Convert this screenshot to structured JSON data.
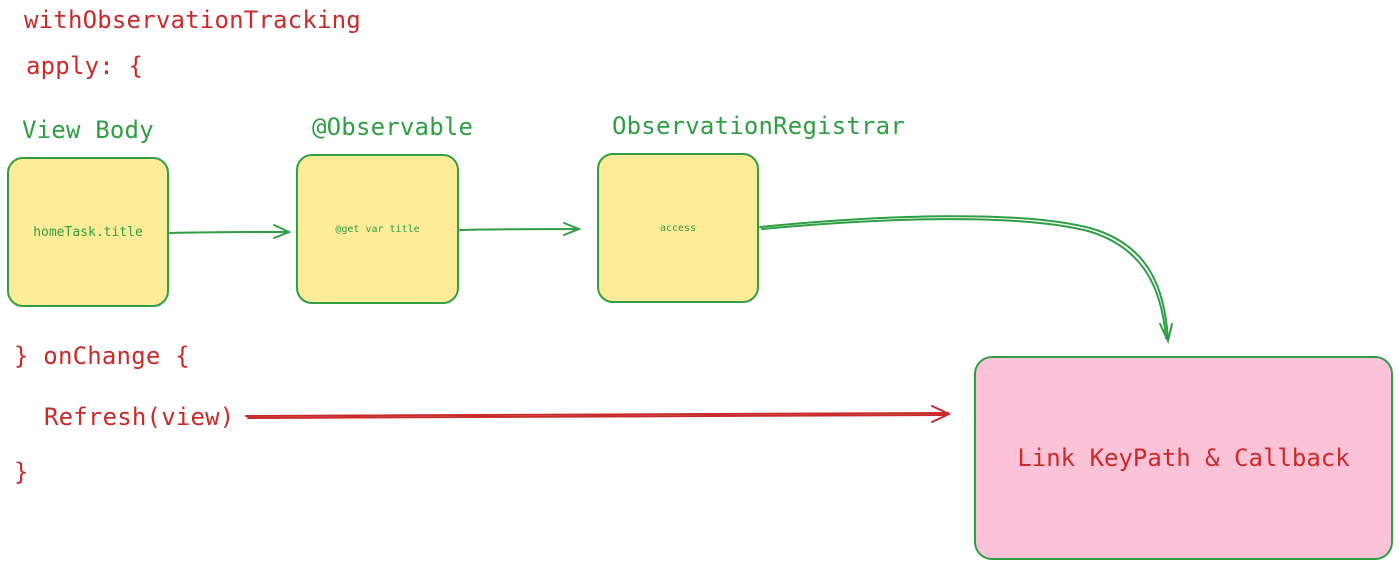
{
  "code": {
    "line1": "withObservationTracking",
    "line2": "apply: {",
    "line3": "} onChange {",
    "line4": "Refresh(view)",
    "line5": "}"
  },
  "columns": {
    "view_body_title": "View Body",
    "observable_title": "@Observable",
    "registrar_title": "ObservationRegistrar"
  },
  "boxes": {
    "view_body": "homeTask.title",
    "observable": "@get var title",
    "registrar": "access",
    "link": "Link KeyPath & Callback"
  },
  "colors": {
    "red": "#c92a2a",
    "green": "#2f9e44",
    "box_fill": "#ffec99",
    "link_fill": "#fcc2d7"
  }
}
